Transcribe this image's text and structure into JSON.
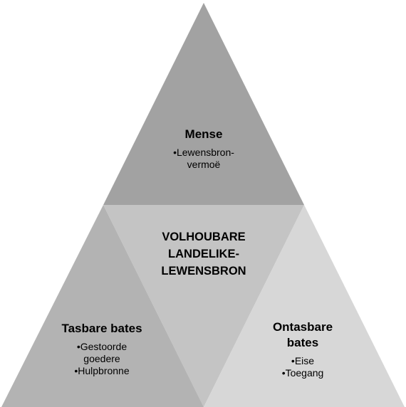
{
  "colors": {
    "top": "#a2a2a2",
    "center": "#c4c4c4",
    "left": "#b3b3b3",
    "right": "#d7d7d7"
  },
  "top": {
    "title": "Mense",
    "items": [
      "•Lewensbron-",
      "vermoë"
    ]
  },
  "center": {
    "lines": [
      "VOLHOUBARE",
      "LANDELIKE-",
      "LEWENSBRON"
    ]
  },
  "left": {
    "title": "Tasbare bates",
    "items": [
      "•Gestoorde",
      "goedere",
      "•Hulpbronne"
    ]
  },
  "right": {
    "title_lines": [
      "Ontasbare",
      "bates"
    ],
    "items": [
      "•Eise",
      "•Toegang"
    ]
  }
}
